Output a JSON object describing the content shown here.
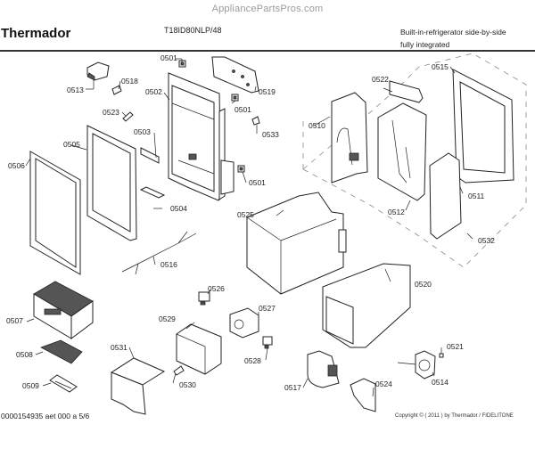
{
  "watermark": "AppliancePartsPros.com",
  "header": {
    "brand": "Thermador",
    "model": "T18ID80NLP/48",
    "description_line1": "Built-in-refrigerator side-by-side",
    "description_line2": "fully integrated"
  },
  "footer": {
    "document_id": "0000154935 aet 000 a 5/6",
    "copyright": "Copyright © ( 2011 ) by Thermador / FIDELITONE"
  },
  "parts": [
    {
      "id": "0501",
      "label": "0501"
    },
    {
      "id": "0501b",
      "label": "0501"
    },
    {
      "id": "0501c",
      "label": "0501"
    },
    {
      "id": "0502",
      "label": "0502"
    },
    {
      "id": "0503",
      "label": "0503"
    },
    {
      "id": "0504",
      "label": "0504"
    },
    {
      "id": "0505",
      "label": "0505"
    },
    {
      "id": "0506",
      "label": "0506"
    },
    {
      "id": "0507",
      "label": "0507"
    },
    {
      "id": "0508",
      "label": "0508"
    },
    {
      "id": "0509",
      "label": "0509"
    },
    {
      "id": "0510",
      "label": "0510"
    },
    {
      "id": "0511",
      "label": "0511"
    },
    {
      "id": "0512",
      "label": "0512"
    },
    {
      "id": "0513",
      "label": "0513"
    },
    {
      "id": "0514",
      "label": "0514"
    },
    {
      "id": "0515",
      "label": "0515"
    },
    {
      "id": "0516",
      "label": "0516"
    },
    {
      "id": "0517",
      "label": "0517"
    },
    {
      "id": "0518",
      "label": "0518"
    },
    {
      "id": "0519",
      "label": "0519"
    },
    {
      "id": "0520",
      "label": "0520"
    },
    {
      "id": "0521",
      "label": "0521"
    },
    {
      "id": "0522",
      "label": "0522"
    },
    {
      "id": "0523",
      "label": "0523"
    },
    {
      "id": "0524",
      "label": "0524"
    },
    {
      "id": "0525",
      "label": "0525"
    },
    {
      "id": "0526",
      "label": "0526"
    },
    {
      "id": "0527",
      "label": "0527"
    },
    {
      "id": "0528",
      "label": "0528"
    },
    {
      "id": "0529",
      "label": "0529"
    },
    {
      "id": "0530",
      "label": "0530"
    },
    {
      "id": "0531",
      "label": "0531"
    },
    {
      "id": "0532",
      "label": "0532"
    },
    {
      "id": "0533",
      "label": "0533"
    }
  ]
}
